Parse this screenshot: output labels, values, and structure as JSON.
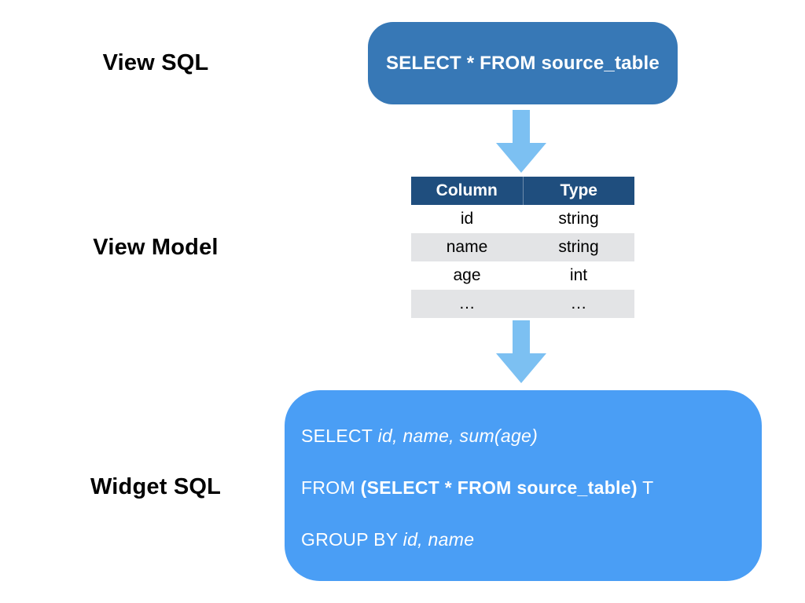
{
  "labels": {
    "view_sql": "View SQL",
    "view_model": "View Model",
    "widget_sql": "Widget SQL"
  },
  "view_sql_box": {
    "text": "SELECT * FROM source_table",
    "bg_color": "#3778b6",
    "text_color": "#ffffff"
  },
  "view_model_table": {
    "headers": [
      "Column",
      "Type"
    ],
    "rows": [
      [
        "id",
        "string"
      ],
      [
        "name",
        "string"
      ],
      [
        "age",
        "int"
      ],
      [
        "…",
        "…"
      ]
    ],
    "header_bg_color": "#1f4e7e",
    "alt_row_bg_color": "#e3e4e6"
  },
  "widget_sql_box": {
    "bg_color": "#4a9ef5",
    "text_color": "#ffffff",
    "lines": [
      {
        "segments": [
          {
            "text": "SELECT ",
            "style": "regular"
          },
          {
            "text": "id, name, sum(age)",
            "style": "italic"
          }
        ]
      },
      {
        "segments": [
          {
            "text": "FROM ",
            "style": "regular"
          },
          {
            "text": "(SELECT * FROM source_table)",
            "style": "bold"
          },
          {
            "text": " T",
            "style": "regular"
          }
        ]
      },
      {
        "segments": [
          {
            "text": "GROUP BY ",
            "style": "regular"
          },
          {
            "text": "id, name",
            "style": "italic"
          }
        ]
      }
    ]
  },
  "arrow_color": "#7cc0f2"
}
